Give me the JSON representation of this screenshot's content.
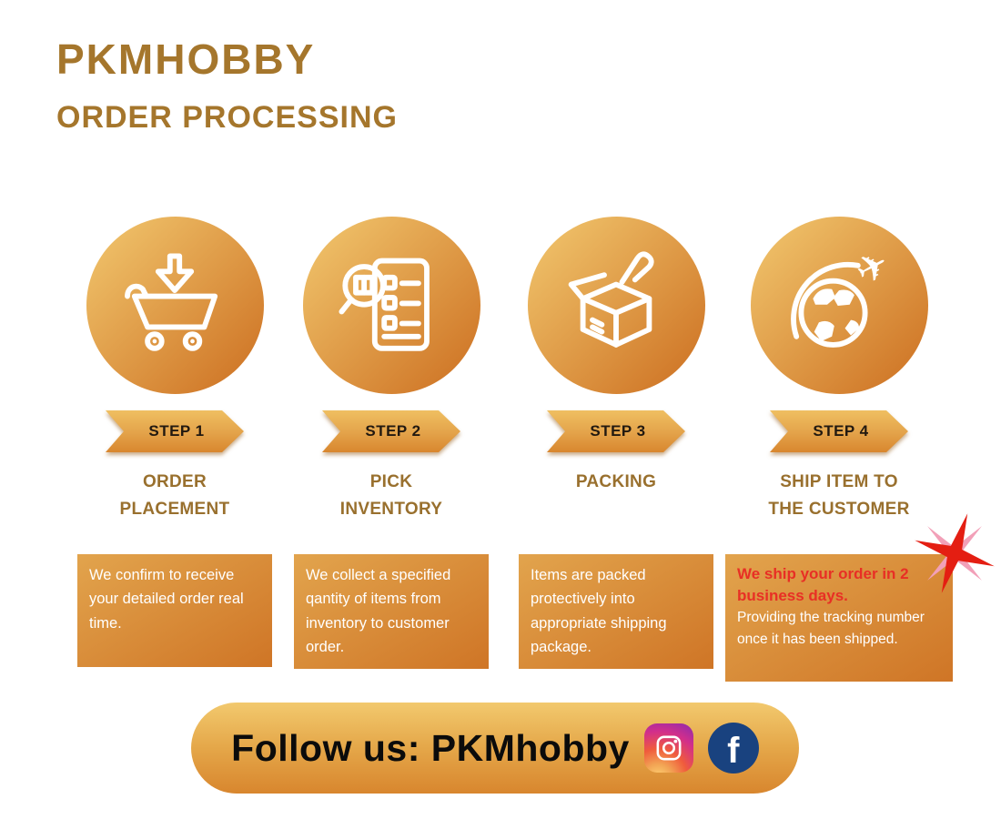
{
  "header": {
    "brand": "PKMHOBBY",
    "title": "ORDER PROCESSING"
  },
  "steps": [
    {
      "badge": "STEP 1",
      "title": "ORDER\nPLACEMENT",
      "description": "We confirm to receive your detailed order real time.",
      "icon": "cart-download-icon"
    },
    {
      "badge": "STEP 2",
      "title": "PICK\nINVENTORY",
      "description": "We collect a specified qantity of items from inventory to customer order.",
      "icon": "pick-inventory-icon"
    },
    {
      "badge": "STEP 3",
      "title": "PACKING",
      "description": "Items are packed protectively into appropriate shipping package.",
      "icon": "packing-box-icon"
    },
    {
      "badge": "STEP 4",
      "title": "SHIP ITEM TO\nTHE CUSTOMER",
      "description_highlight": "We ship your order in 2 business days.",
      "description": "Providing the tracking number once it has been shipped.",
      "icon": "globe-plane-icon"
    }
  ],
  "footer": {
    "label": "Follow us: PKMhobby",
    "facebook_glyph": "f",
    "social": [
      "instagram-icon",
      "facebook-icon"
    ]
  },
  "decorations": [
    "sparkle-burst-icon"
  ],
  "colors": {
    "brand_text": "#a5762c",
    "step_title_text": "#99702e",
    "badge_text": "#221910",
    "accent_red": "#e82f25",
    "gold_light": "#efc169",
    "gold_mid": "#e2a44d",
    "gold_dark": "#cf7526",
    "facebook_blue": "#19427f",
    "box_text": "#ffffff",
    "follow_text": "#0b0b0b"
  }
}
